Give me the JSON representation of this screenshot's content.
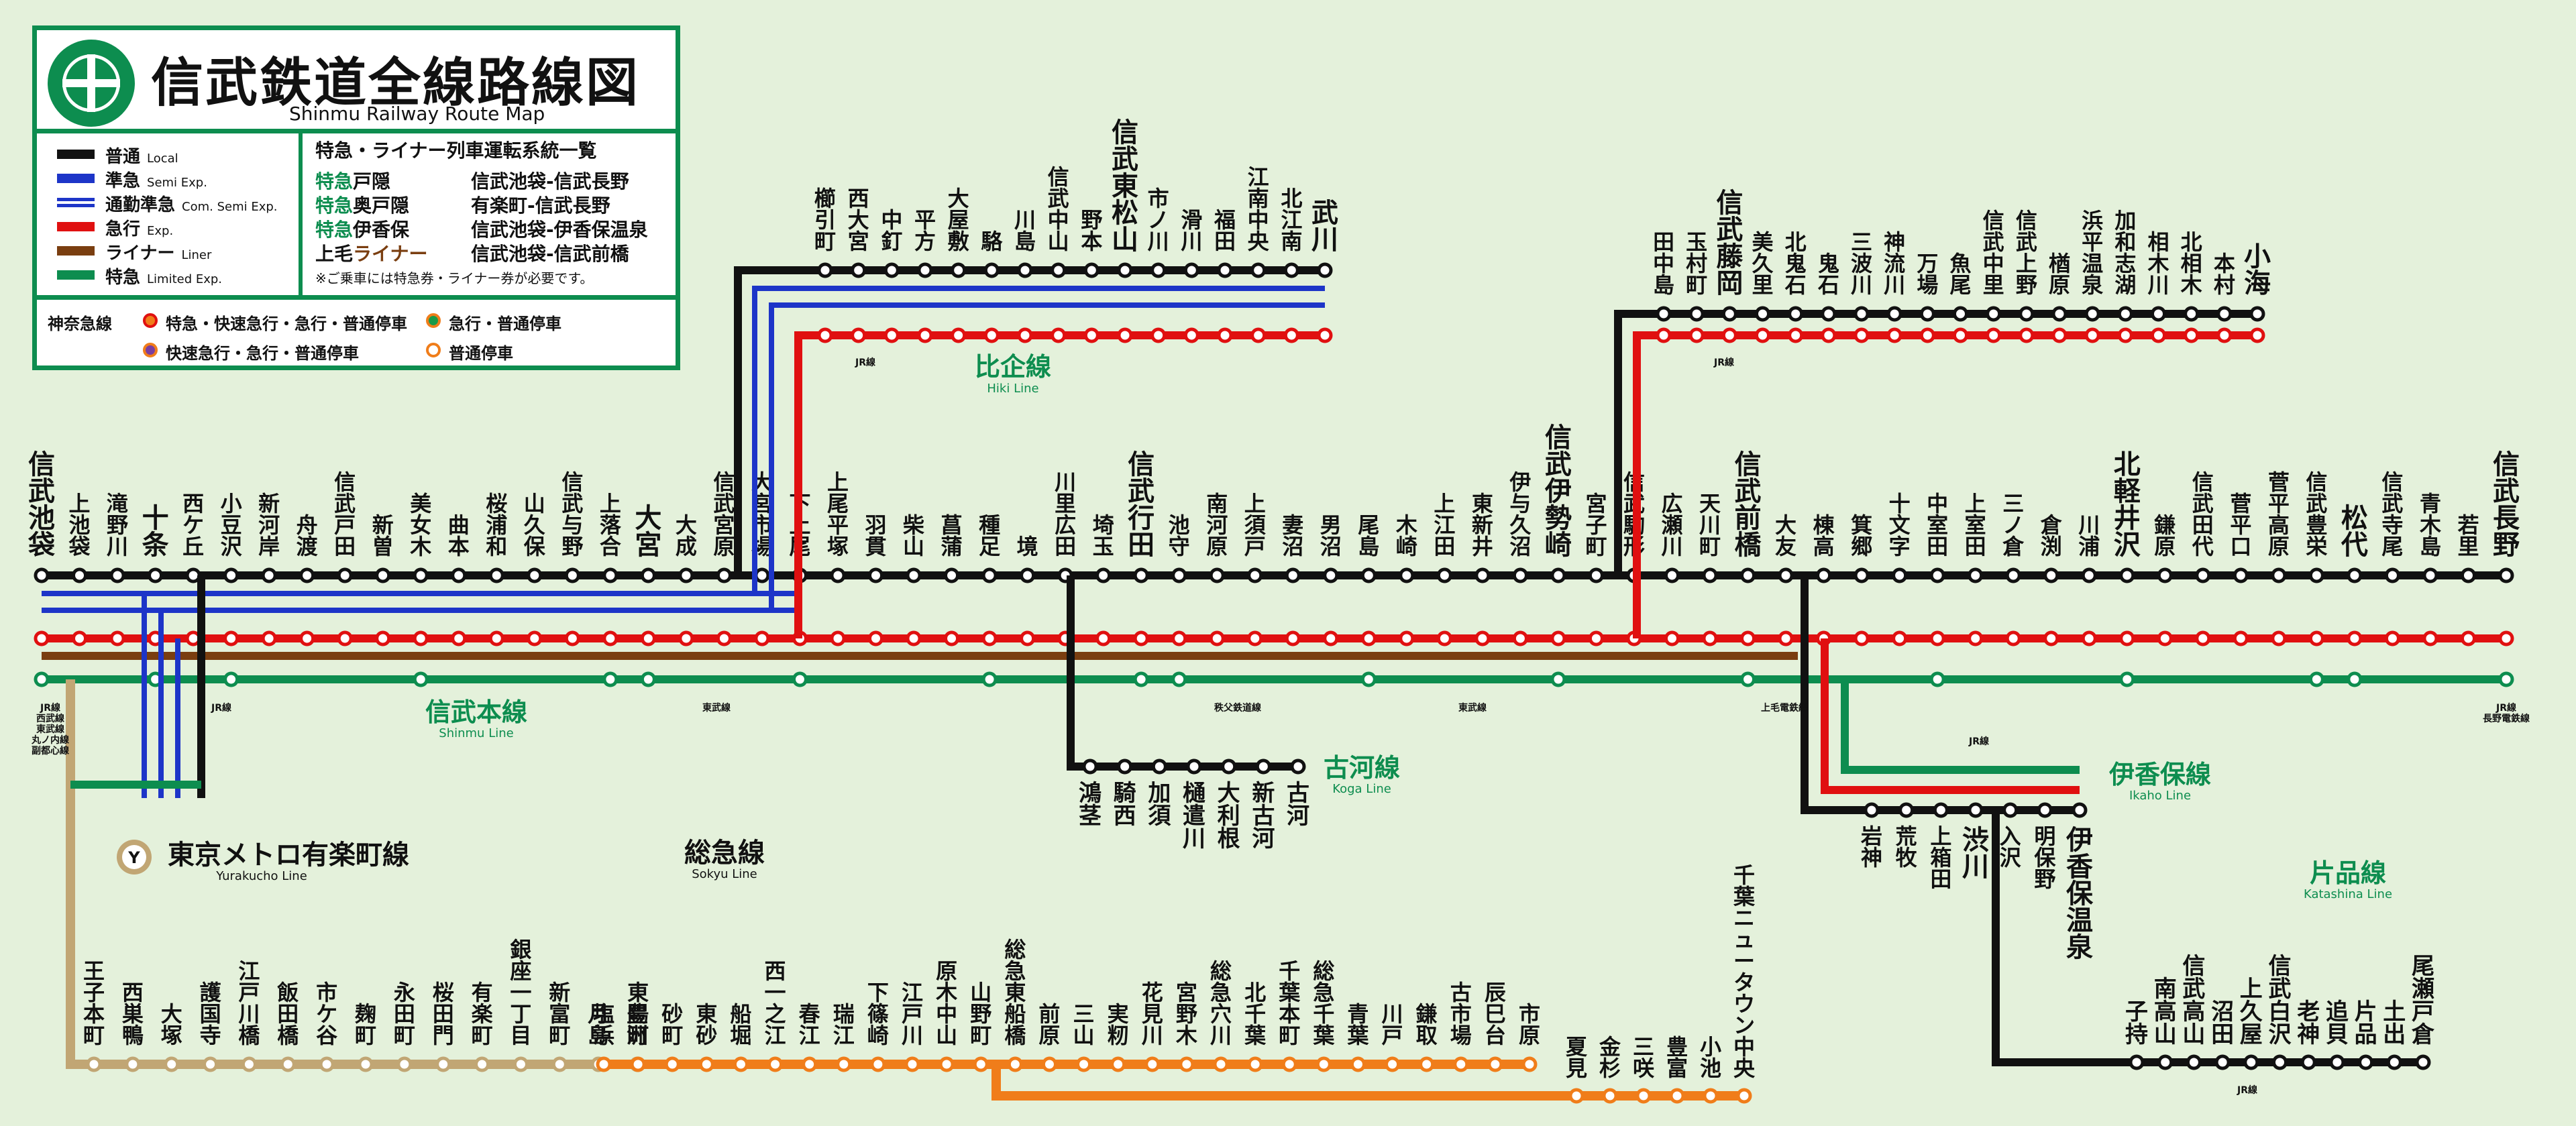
{
  "title": {
    "main": "信武鉄道全線路線図",
    "sub": "Shinmu Railway Route Map"
  },
  "legend": {
    "types": [
      {
        "ja": "普通",
        "en": "Local",
        "color": "#111111"
      },
      {
        "ja": "準急",
        "en": "Semi Exp.",
        "color": "#1d35c8"
      },
      {
        "ja": "通勤準急",
        "en": "Com. Semi Exp.",
        "color": "#1d35c8"
      },
      {
        "ja": "急行",
        "en": "Exp.",
        "color": "#e01010"
      },
      {
        "ja": "ライナー",
        "en": "Liner",
        "color": "#7a3e10"
      },
      {
        "ja": "特急",
        "en": "Limited Exp.",
        "color": "#0d8d4f"
      }
    ],
    "limited_title": "特急・ライナー列車運転系統一覧",
    "limited_services": [
      {
        "a": "特急",
        "b": "戸隠",
        "route": "信武池袋-信武長野"
      },
      {
        "a": "特急",
        "b": "奥戸隠",
        "route": "有楽町-信武長野"
      },
      {
        "a": "特急",
        "b": "伊香保",
        "route": "信武池袋-伊香保温泉"
      },
      {
        "a": "上毛",
        "b": "ライナー",
        "route": "信武池袋-信武前橋"
      }
    ],
    "note": "※ご乗車には特急券・ライナー券が必要です。",
    "stop_types": {
      "company": "神奈急線",
      "s1": "特急・快速急行・急行・普通停車",
      "s2": "急行・普通停車",
      "s3": "快速急行・急行・普通停車",
      "s4": "普通停車"
    }
  },
  "line_names": {
    "honsen": {
      "ja": "信武本線",
      "en": "Shinmu Line"
    },
    "hiki": {
      "ja": "比企線",
      "en": "Hiki Line"
    },
    "koga": {
      "ja": "古河線",
      "en": "Koga Line"
    },
    "ikaho": {
      "ja": "伊香保線",
      "en": "Ikaho Line"
    },
    "katashina": {
      "ja": "片品線",
      "en": "Katashina Line"
    },
    "yurakucho": {
      "ja": "東京メトロ有楽町線",
      "en": "Yurakucho Line",
      "badge": "Y"
    },
    "sokyu": {
      "ja": "総急線",
      "en": "Sokyu Line"
    }
  },
  "honsen_stations": [
    "信武池袋",
    "上池袋",
    "滝野川",
    "十条",
    "西ケ丘",
    "小豆沢",
    "新河岸",
    "舟渡",
    "信武戸田",
    "新曽",
    "美女木",
    "曲本",
    "桜浦和",
    "山久保",
    "信武与野",
    "上落合",
    "大宮",
    "大成",
    "信武宮原",
    "大宮市場",
    "下上尾",
    "上尾平塚",
    "羽貫",
    "柴山",
    "菖蒲",
    "種足",
    "境",
    "川里広田",
    "埼玉",
    "信武行田",
    "池守",
    "南河原",
    "上須戸",
    "妻沼",
    "男沼",
    "尾島",
    "木崎",
    "上江田",
    "東新井",
    "伊与久沼",
    "信武伊勢崎",
    "宮子町",
    "信武駒形",
    "広瀬川",
    "天川町",
    "信武前橋",
    "大友",
    "棟高",
    "箕郷",
    "十文字",
    "中室田",
    "上室田",
    "三ノ倉",
    "倉渕",
    "川浦",
    "北軽井沢",
    "鎌原",
    "信武田代",
    "菅平口",
    "菅平高原",
    "信武豊栄",
    "松代",
    "信武寺尾",
    "青木島",
    "若里",
    "信武長野"
  ],
  "hiki_stations": [
    "櫛引町",
    "西大宮",
    "中釘",
    "平方",
    "大屋敷",
    "駱",
    "川島",
    "信武中山",
    "野本",
    "信武東松山",
    "市ノ川",
    "滑川",
    "福田",
    "江南中央",
    "北江南",
    "武川"
  ],
  "koga_stations": [
    "鴻茎",
    "騎西",
    "加須",
    "樋遣川",
    "大利根",
    "新古河",
    "古河"
  ],
  "ikaho_stations": [
    "岩神",
    "荒牧",
    "上箱田",
    "渋川",
    "入沢",
    "明保野",
    "伊香保温泉"
  ],
  "katashina_stations": [
    "子持",
    "南高山",
    "信武高山",
    "沼田",
    "上久屋",
    "信武白沢",
    "老神",
    "追貝",
    "片品",
    "土出",
    "尾瀬戸倉"
  ],
  "north_branch_stations": [
    "田中島",
    "玉村町",
    "信武藤岡",
    "美久里",
    "北鬼石",
    "鬼石",
    "三波川",
    "神流川",
    "万場",
    "魚尾",
    "信武中里",
    "信武上野",
    "楢原",
    "浜平温泉",
    "加和志湖",
    "相木川",
    "北相木",
    "本村",
    "小海"
  ],
  "yurakucho_stations": [
    "王子本町",
    "西巣鴨",
    "大塚",
    "護国寺",
    "江戸川橋",
    "飯田橋",
    "市ケ谷",
    "麹町",
    "永田町",
    "桜田門",
    "有楽町",
    "銀座一丁目",
    "新富町",
    "月島",
    "豊洲"
  ],
  "sokyu_stations": [
    "塩浜",
    "東陽町",
    "砂町",
    "東砂",
    "船堀",
    "西一之江",
    "春江",
    "瑞江",
    "下篠崎",
    "江戸川",
    "原木中山",
    "山野町",
    "総急東船橋",
    "前原",
    "三山",
    "実籾",
    "花見川",
    "宮野木",
    "総急穴川",
    "北千葉",
    "千葉本町",
    "総急千葉",
    "青葉",
    "川戸",
    "鎌取",
    "古市場",
    "辰巳台",
    "市原"
  ],
  "sokyu_branch_stations": [
    "夏見",
    "金杉",
    "三咲",
    "豊富",
    "小池",
    "千葉ニュータウン中央"
  ],
  "transfer_labels": {
    "ikebukuro": "JR線\n西武線\n東武線\n丸ノ内線\n副都心線",
    "jujo": "JR線",
    "jr": "JR線",
    "tobu": "東武線",
    "chichibu": "秩父鉄道線",
    "jomo": "上毛電鉄線",
    "nagano": "JR線\n長野電鉄線"
  },
  "colors": {
    "local": "#111111",
    "semi": "#1d35c8",
    "exp": "#e01010",
    "liner": "#7a3e10",
    "ltd": "#0d8d4f",
    "yurakucho": "#c1a674",
    "sokyu": "#f07d1a",
    "bg": "#e4f1db"
  }
}
